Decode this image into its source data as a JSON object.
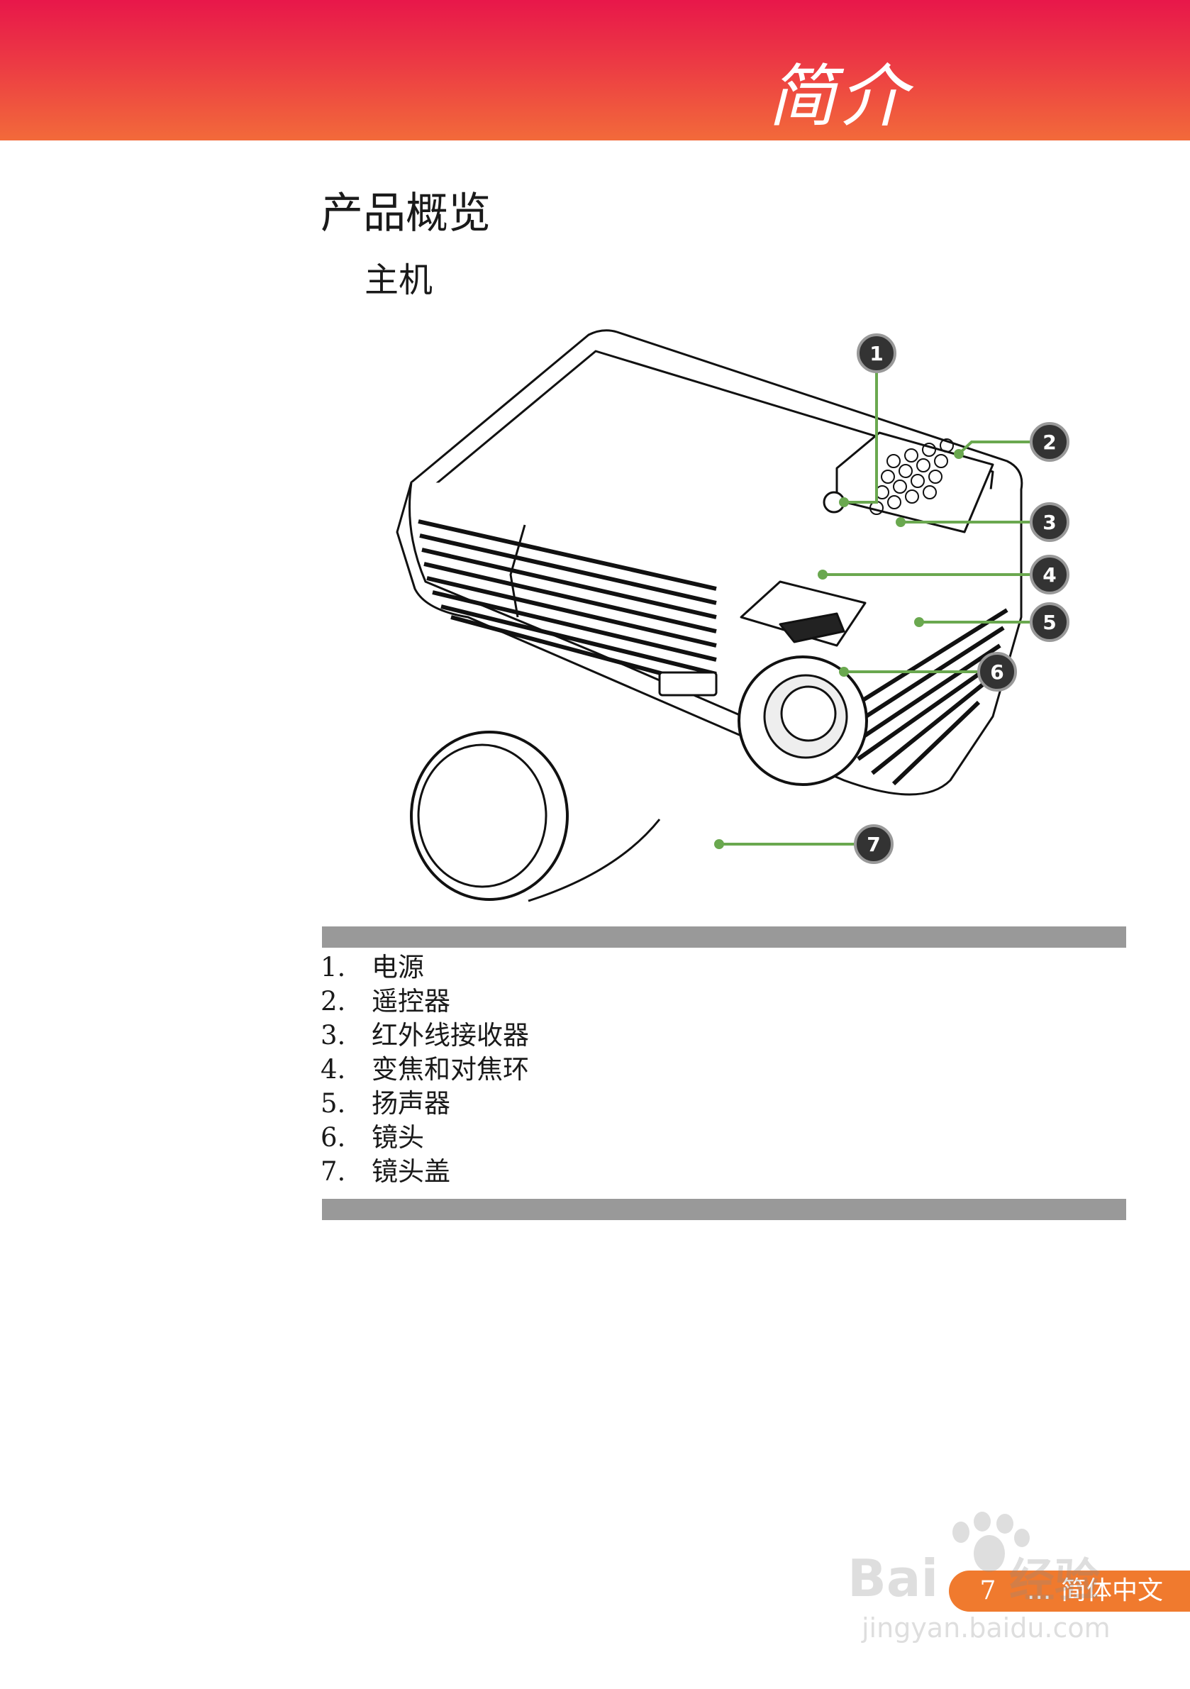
{
  "header": {
    "chapter_title": "简介"
  },
  "section": {
    "title": "产品概览",
    "subtitle": "主机"
  },
  "callouts": [
    "1",
    "2",
    "3",
    "4",
    "5",
    "6",
    "7"
  ],
  "parts": [
    {
      "num": "1.",
      "label": "电源"
    },
    {
      "num": "2.",
      "label": "遥控器"
    },
    {
      "num": "3.",
      "label": "红外线接收器"
    },
    {
      "num": "4.",
      "label": "变焦和对焦环"
    },
    {
      "num": "5.",
      "label": "扬声器"
    },
    {
      "num": "6.",
      "label": "镜头"
    },
    {
      "num": "7.",
      "label": "镜头盖"
    }
  ],
  "footer": {
    "page_number": "7",
    "separator": "...",
    "language": "简体中文"
  },
  "watermark": {
    "brand": "Bai",
    "product": "经验",
    "site": "jingyan.baidu.com"
  },
  "colors": {
    "header": "#e8174a",
    "accent": "#f07a2e",
    "callout_line": "#6aa84f",
    "rule": "#999999"
  }
}
